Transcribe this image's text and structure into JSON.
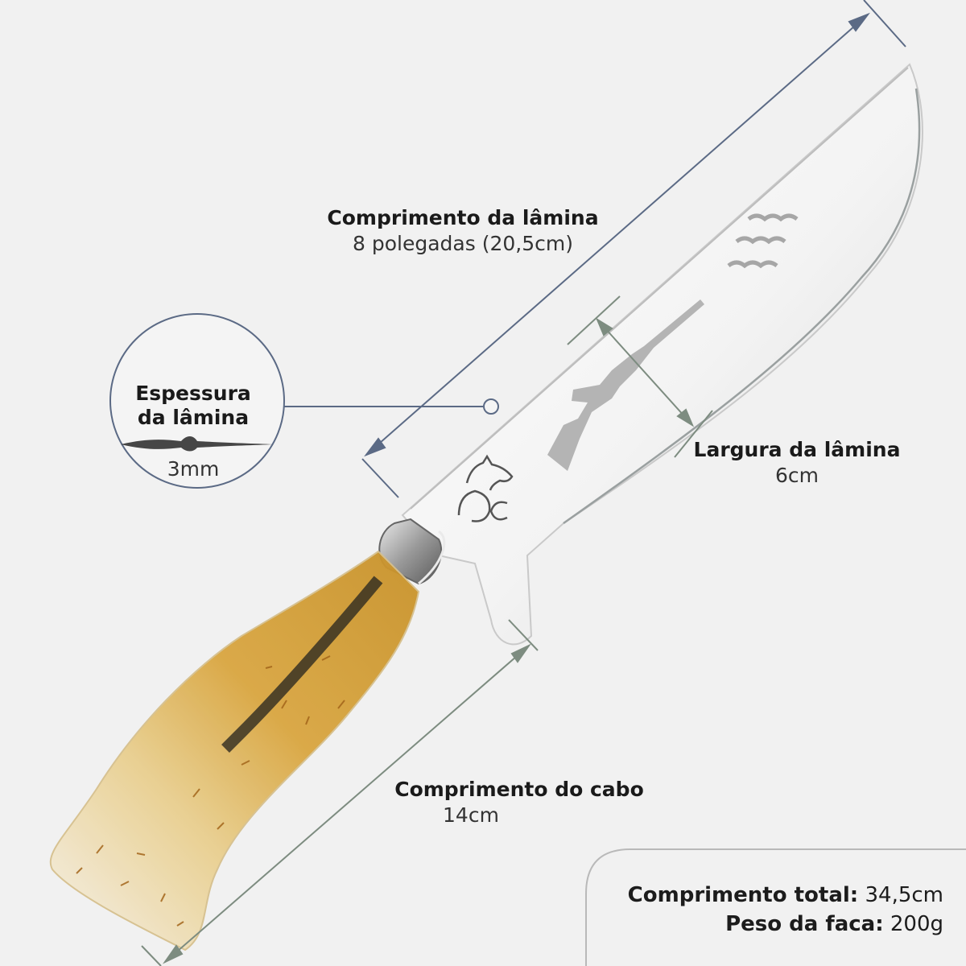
{
  "blade_length": {
    "title": "Comprimento da lâmina",
    "value": "8 polegadas (20,5cm)"
  },
  "blade_thickness": {
    "title_line1": "Espessura",
    "title_line2": "da lâmina",
    "value": "3mm"
  },
  "blade_width": {
    "title": "Largura da lâmina",
    "value": "6cm"
  },
  "handle_length": {
    "title": "Comprimento do cabo",
    "value": "14cm"
  },
  "specs": {
    "total_length_label": "Comprimento total:",
    "total_length_value": "34,5cm",
    "weight_label": "Peso da faca:",
    "weight_value": "200g"
  },
  "colors": {
    "background": "#f1f1f1",
    "dimension_line_blue": "#5b6a85",
    "dimension_line_green": "#7d8c80",
    "handle_amber": "#d9a640"
  }
}
